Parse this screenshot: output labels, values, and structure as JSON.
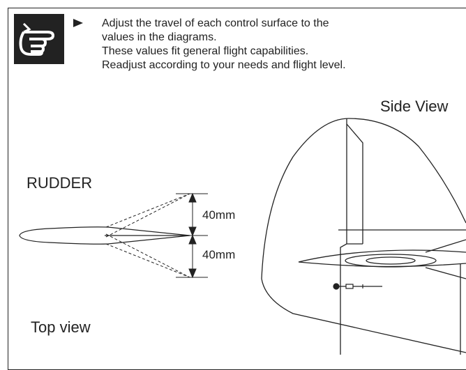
{
  "note": {
    "lines": [
      "Adjust the travel of each control surface to the",
      "values in the diagrams.",
      "These values fit general flight capabilities.",
      "Readjust according to your needs and flight level."
    ]
  },
  "labels": {
    "side_view": "Side View",
    "rudder": "RUDDER",
    "top_view": "Top view",
    "travel_up": "40mm",
    "travel_down": "40mm"
  },
  "icons": {
    "note_icon": "pointing-hand-icon",
    "bullet_icon": "triangle-right-icon"
  },
  "colors": {
    "line": "#222222",
    "background": "#ffffff"
  }
}
